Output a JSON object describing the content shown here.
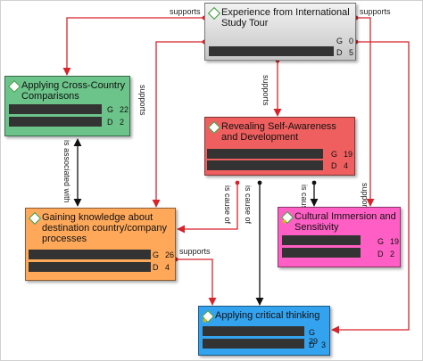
{
  "nodes": {
    "experience": {
      "title": "Experience from International Study Tour",
      "g_label": "G",
      "g_value": "0",
      "d_label": "D",
      "d_value": "5"
    },
    "cross": {
      "title": "Applying Cross-Country Comparisons",
      "g_label": "G",
      "g_value": "22",
      "d_label": "D",
      "d_value": "2"
    },
    "self": {
      "title": "Revealing Self-Awareness and Development",
      "g_label": "G",
      "g_value": "19",
      "d_label": "D",
      "d_value": "4"
    },
    "gaining": {
      "title": "Gaining knowledge about destination country/company processes",
      "g_label": "G",
      "g_value": "26",
      "d_label": "D",
      "d_value": "4"
    },
    "cultural": {
      "title": "Cultural Immersion and Sensitivity",
      "g_label": "G",
      "g_value": "19",
      "d_label": "D",
      "d_value": "2"
    },
    "critical": {
      "title": "Applying critical thinking",
      "g_label": "G",
      "g_value": "29",
      "d_label": "D",
      "d_value": "3"
    }
  },
  "links": {
    "supports": "supports",
    "associated": "is associated with",
    "cause": "is cause of",
    "cause_short": "is cause"
  },
  "colors": {
    "edge_red": "#d8232a",
    "edge_black": "#111111",
    "experience": "#d9d9d9",
    "cross": "#6cc48a",
    "self": "#ef5f5f",
    "gaining": "#ffa85a",
    "cultural": "#ff5fc4",
    "critical": "#33a3f0"
  }
}
